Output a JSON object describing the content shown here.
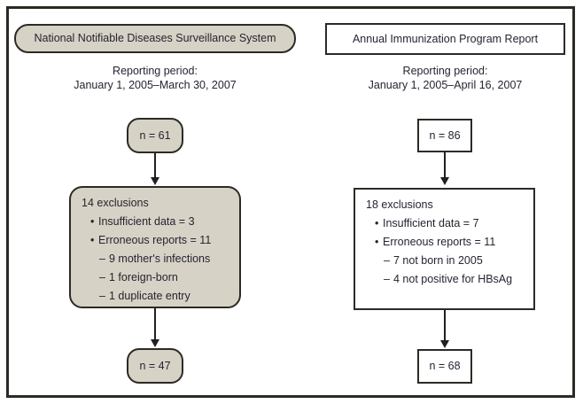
{
  "colors": {
    "tan_fill": "#d6d2c5",
    "box_border": "#2d2a25",
    "text": "#262430",
    "arrow": "#231f20"
  },
  "left_flow": {
    "source_title": "National Notifiable Diseases Surveillance System",
    "reporting_period_label": "Reporting period:",
    "reporting_period_dates": "January 1, 2005–March 30, 2007",
    "initial_count": "n = 61",
    "exclusions": {
      "header": "14 exclusions",
      "items": [
        {
          "bullet": "•",
          "text": "Insufficient data = 3",
          "level": 1
        },
        {
          "bullet": "•",
          "text": "Erroneous reports = 11",
          "level": 1
        },
        {
          "bullet": "–",
          "text": "9 mother's infections",
          "level": 2
        },
        {
          "bullet": "–",
          "text": "1 foreign-born",
          "level": 2
        },
        {
          "bullet": "–",
          "text": "1 duplicate entry",
          "level": 2
        }
      ]
    },
    "final_count": "n = 47"
  },
  "right_flow": {
    "source_title": "Annual Immunization Program Report",
    "reporting_period_label": "Reporting period:",
    "reporting_period_dates": "January 1, 2005–April 16, 2007",
    "initial_count": "n = 86",
    "exclusions": {
      "header": "18 exclusions",
      "items": [
        {
          "bullet": "•",
          "text": "Insufficient data = 7",
          "level": 1
        },
        {
          "bullet": "•",
          "text": "Erroneous reports = 11",
          "level": 1
        },
        {
          "bullet": "–",
          "text": "7 not born in 2005",
          "level": 2
        },
        {
          "bullet": "–",
          "text": "4 not positive for HBsAg",
          "level": 2
        }
      ]
    },
    "final_count": "n = 68"
  }
}
